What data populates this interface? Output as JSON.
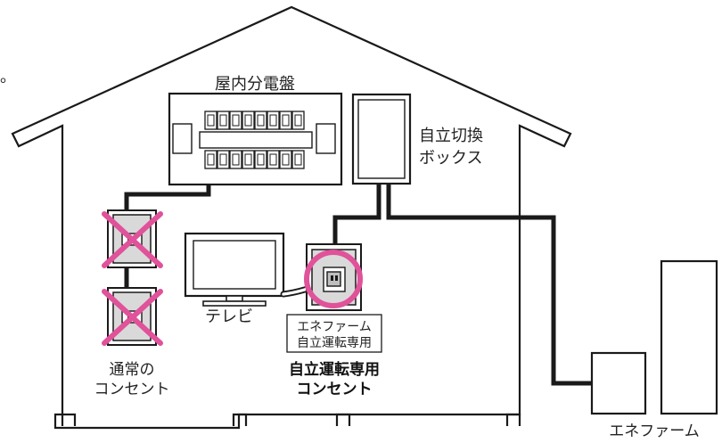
{
  "labels": {
    "panel": "屋内分電盤",
    "switch_box_line1": "自立切換",
    "switch_box_line2": "ボックス",
    "tv": "テレビ",
    "tag_line1": "エネファーム",
    "tag_line2": "自立運転専用",
    "dedicated_outlet_line1": "自立運転専用",
    "dedicated_outlet_line2": "コンセント",
    "normal_outlet_line1": "通常の",
    "normal_outlet_line2": "コンセント",
    "enefarm": "エネファーム",
    "cropped_mark": "。"
  },
  "colors": {
    "line": "#1a1a1a",
    "cross": "#e0529a",
    "highlight_ring": "#e0529a",
    "outlet_fill": "#d9d9d9",
    "socket_fill": "#bfbfbf"
  }
}
